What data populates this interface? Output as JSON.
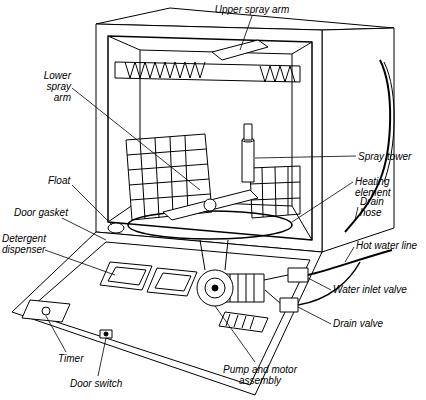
{
  "diagram": {
    "labels": [
      "Upper spray arm",
      "Lower spray arm",
      "Spray tower",
      "Float",
      "Heating element",
      "Door gasket",
      "Drain hose",
      "Detergent dispenser",
      "Hot water line",
      "Water inlet valve",
      "Drain valve",
      "Timer",
      "Door switch",
      "Pump and motor assembly"
    ]
  }
}
